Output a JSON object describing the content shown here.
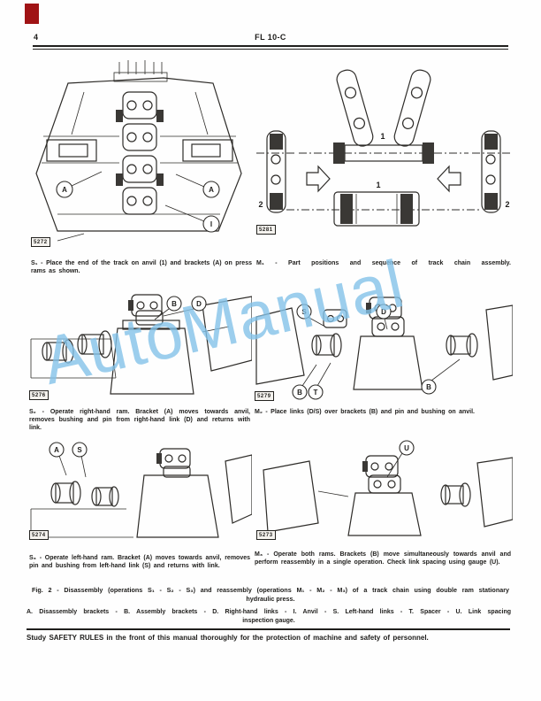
{
  "header": {
    "page_number": "4",
    "title": "FL 10-C"
  },
  "watermark": {
    "text": "AutoManual",
    "color": "#84c3e9"
  },
  "figures": {
    "s1": {
      "ref": "5272",
      "caption": "S₁ - Place the end of the track on anvil (1) and brackets (A) on press rams as shown.",
      "callouts": {
        "a_left": "A",
        "a_right": "A",
        "i": "I"
      }
    },
    "m1": {
      "ref": "5281",
      "caption": "M₁ - Part positions and sequence of track chain assembly.",
      "labels": {
        "pin_top": "1",
        "pin_bottom": "1",
        "link_left": "2",
        "link_right": "2"
      }
    },
    "s2": {
      "ref": "5276",
      "caption": "S₂ - Operate right-hand ram. Bracket (A) moves towards anvil, removes bushing and pin from right-hand link (D) and returns with link.",
      "callouts": {
        "b": "B",
        "d": "D"
      }
    },
    "m2": {
      "ref": "5279",
      "caption": "M₂ - Place links (D/S) over brackets (B) and pin and bushing on anvil.",
      "callouts": {
        "s": "S",
        "d": "D",
        "b1": "B",
        "t": "T",
        "b2": "B"
      }
    },
    "s3": {
      "ref": "5274",
      "caption": "S₃ - Operate left-hand ram. Bracket (A) moves towards anvil, removes pin and bushing from left-hand link (S) and returns with link.",
      "callouts": {
        "a": "A",
        "s": "S"
      }
    },
    "m3": {
      "ref": "5273",
      "caption": "M₃ - Operate both rams. Brackets (B) move simultaneously towards anvil and perform reassembly in a single operation. Check link spacing using gauge (U).",
      "callouts": {
        "u": "U"
      }
    }
  },
  "figure_caption": {
    "line1": "Fig. 2 - Disassembly (operations S₁ - S₂ - S₃) and reassembly (operations M₁ - M₂ - M₃) of a track chain using double ram stationary",
    "line2": "hydraulic press."
  },
  "legend": {
    "line1": "A. Disassembly brackets  -  B. Assembly brackets  -  D. Right-hand links  -  I. Anvil  -  S. Left-hand links  -  T. Spacer  -  U. Link spacing",
    "line2": "inspection gauge."
  },
  "footer": {
    "text": "Study SAFETY RULES in the front of this manual thoroughly for the protection of machine and safety of personnel."
  }
}
